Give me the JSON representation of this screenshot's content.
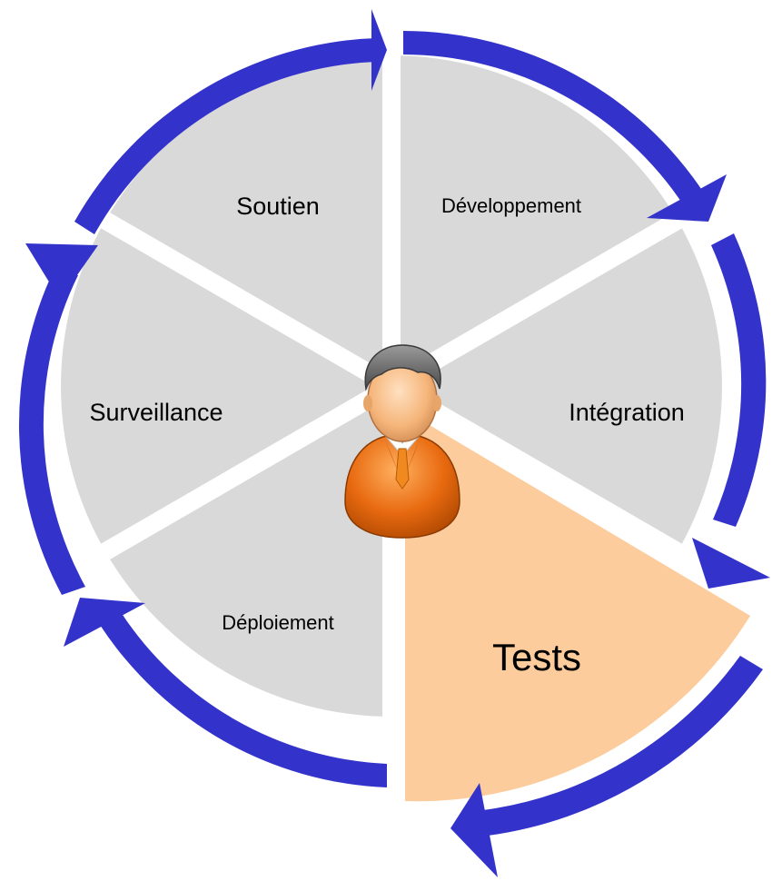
{
  "diagram": {
    "segments": [
      {
        "id": "soutien",
        "label": "Soutien",
        "highlighted": false
      },
      {
        "id": "developpement",
        "label": "Développement",
        "highlighted": false
      },
      {
        "id": "integration",
        "label": "Intégration",
        "highlighted": false
      },
      {
        "id": "tests",
        "label": "Tests",
        "highlighted": true
      },
      {
        "id": "deploiement",
        "label": "Déploiement",
        "highlighted": false
      },
      {
        "id": "surveillance",
        "label": "Surveillance",
        "highlighted": false
      }
    ],
    "center_icon": "user-manager-icon",
    "cycle_arrow_icon": "clockwise-arrow-icon",
    "colors": {
      "segment": "#d9d9d9",
      "highlight": "#fccc9c",
      "arrow": "#3333cc",
      "person_suit": "#e86a10",
      "person_skin": "#f5b57a",
      "person_hair": "#6e6e6e",
      "tie": "#f08a20"
    }
  }
}
